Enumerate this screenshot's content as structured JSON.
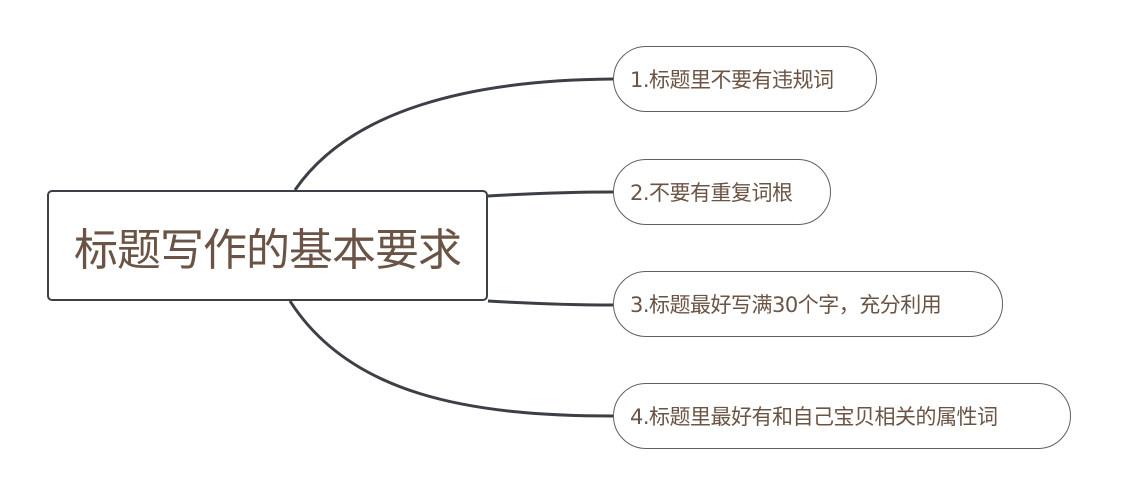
{
  "central": {
    "label": "标题写作的基本要求"
  },
  "subtopics": [
    {
      "label": "1.标题里不要有违规词"
    },
    {
      "label": "2.不要有重复词根"
    },
    {
      "label": "3.标题最好写满30个字，充分利用"
    },
    {
      "label": "4.标题里最好有和自己宝贝相关的属性词"
    }
  ],
  "colors": {
    "connector": "#3c4046",
    "border": "#5c5f63",
    "text": "#6b5445"
  }
}
